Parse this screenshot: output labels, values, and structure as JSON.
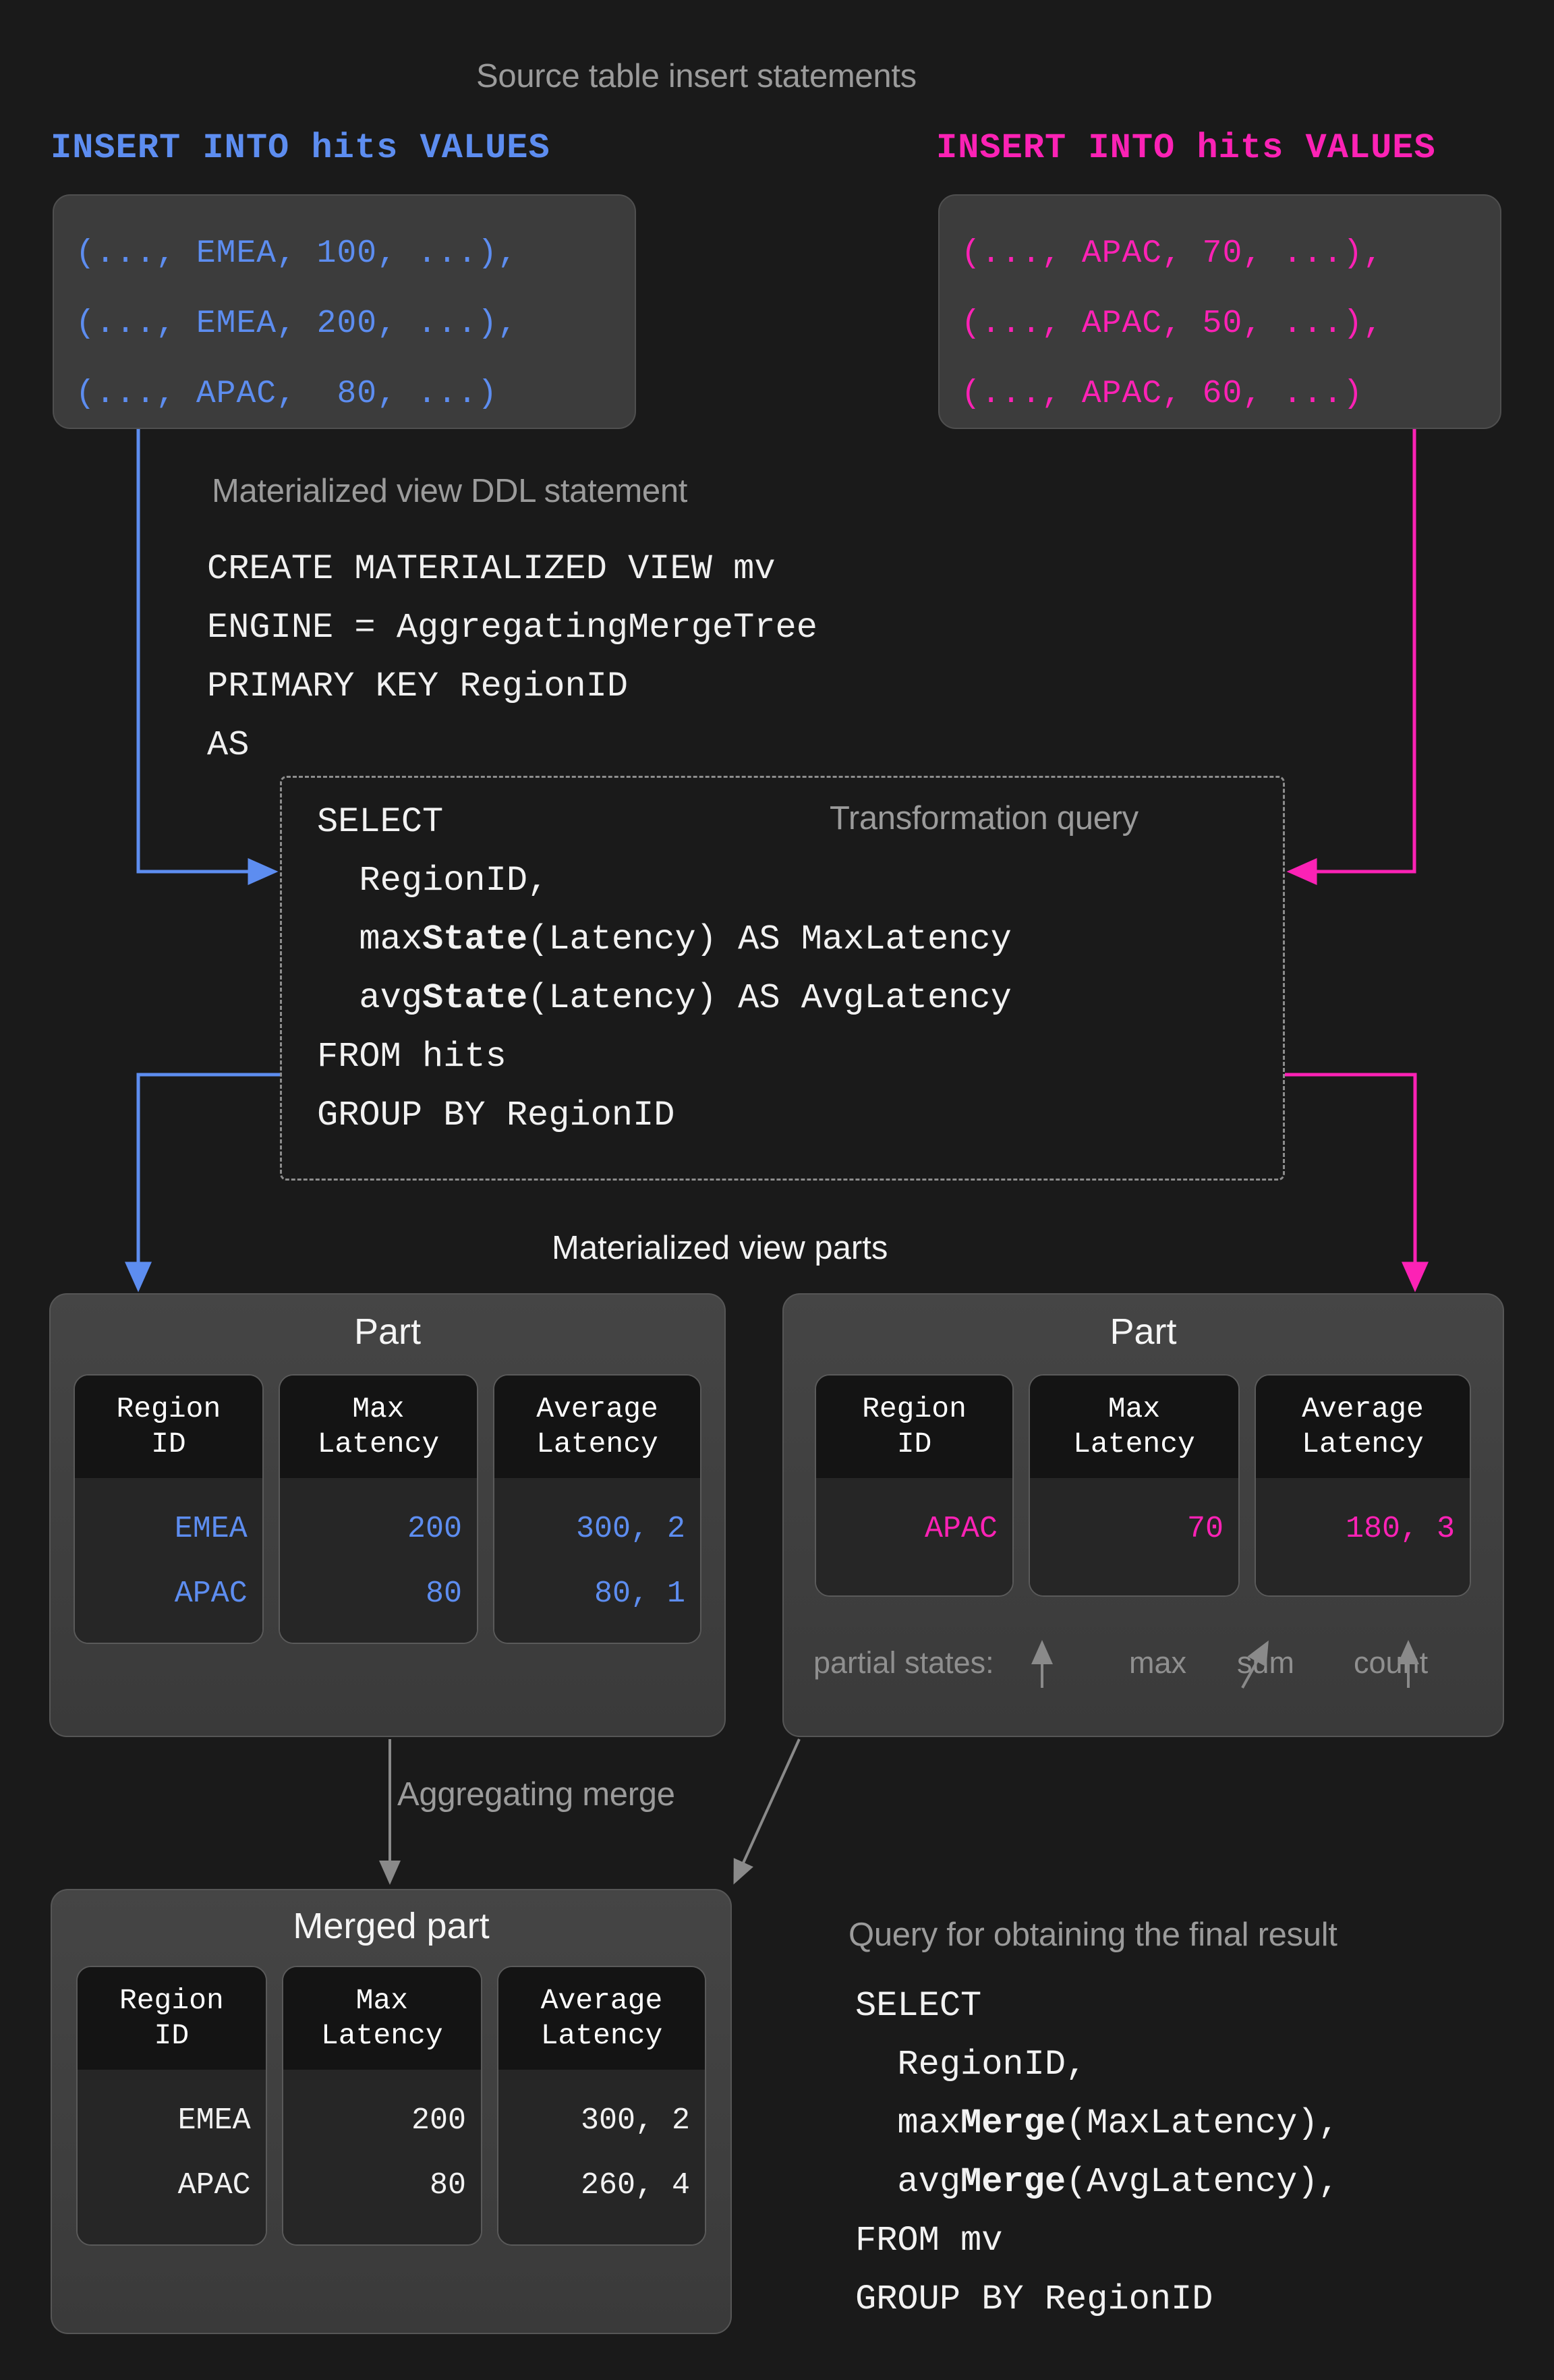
{
  "colors": {
    "background": "#1a1a1a",
    "blue": "#5d8df0",
    "pink": "#fc22b5",
    "grey_label": "#9b9b9b",
    "white_text": "#f2f2f2",
    "card_bg": "#3c3c3c",
    "cell_bg": "#141414"
  },
  "titles": {
    "source_inserts": "Source table insert statements",
    "ddl": "Materialized view DDL statement",
    "transformation_query": "Transformation query",
    "mv_parts": "Materialized view parts",
    "aggregating_merge": "Aggregating merge",
    "final_query": "Query for obtaining the final result"
  },
  "inserts": {
    "left": {
      "header": "INSERT INTO hits VALUES",
      "color": "#5d8df0",
      "rows": [
        "(..., EMEA, 100, ...),",
        "(..., EMEA, 200, ...),",
        "(..., APAC,  80, ...)"
      ]
    },
    "right": {
      "header": "INSERT INTO hits VALUES",
      "color": "#fc22b5",
      "rows": [
        "(..., APAC, 70, ...),",
        "(..., APAC, 50, ...),",
        "(..., APAC, 60, ...)"
      ]
    }
  },
  "ddl": {
    "lines": [
      "CREATE MATERIALIZED VIEW mv",
      "ENGINE = AggregatingMergeTree",
      "PRIMARY KEY RegionID",
      "AS"
    ]
  },
  "transformation_query": {
    "lines": [
      {
        "plain": "SELECT"
      },
      {
        "plain": "  RegionID,"
      },
      {
        "pre": "  max",
        "bold": "State",
        "post": "(Latency) AS MaxLatency"
      },
      {
        "pre": "  avg",
        "bold": "State",
        "post": "(Latency) AS AvgLatency"
      },
      {
        "plain": "FROM hits"
      },
      {
        "plain": "GROUP BY RegionID"
      }
    ]
  },
  "parts": {
    "column_headers": [
      "Region\nID",
      "Max\nLatency",
      "Average\nLatency"
    ],
    "left": {
      "title": "Part",
      "color": "#5d8df0",
      "rows": [
        [
          "EMEA",
          "200",
          "300, 2"
        ],
        [
          "APAC",
          "80",
          "80, 1"
        ]
      ]
    },
    "right": {
      "title": "Part",
      "color": "#fc22b5",
      "rows": [
        [
          "APAC",
          "70",
          "180, 3"
        ]
      ],
      "partial_states": {
        "label": "partial states:",
        "annotations": [
          "max",
          "sum",
          "count"
        ]
      }
    },
    "merged": {
      "title": "Merged part",
      "color": "#f2f2f2",
      "rows": [
        [
          "EMEA",
          "200",
          "300, 2"
        ],
        [
          "APAC",
          "80",
          "260, 4"
        ]
      ]
    }
  },
  "final_query": {
    "lines": [
      {
        "plain": "SELECT"
      },
      {
        "plain": "  RegionID,"
      },
      {
        "pre": "  max",
        "bold": "Merge",
        "post": "(MaxLatency),"
      },
      {
        "pre": "  avg",
        "bold": "Merge",
        "post": "(AvgLatency),"
      },
      {
        "plain": "FROM mv"
      },
      {
        "plain": "GROUP BY RegionID"
      }
    ]
  }
}
